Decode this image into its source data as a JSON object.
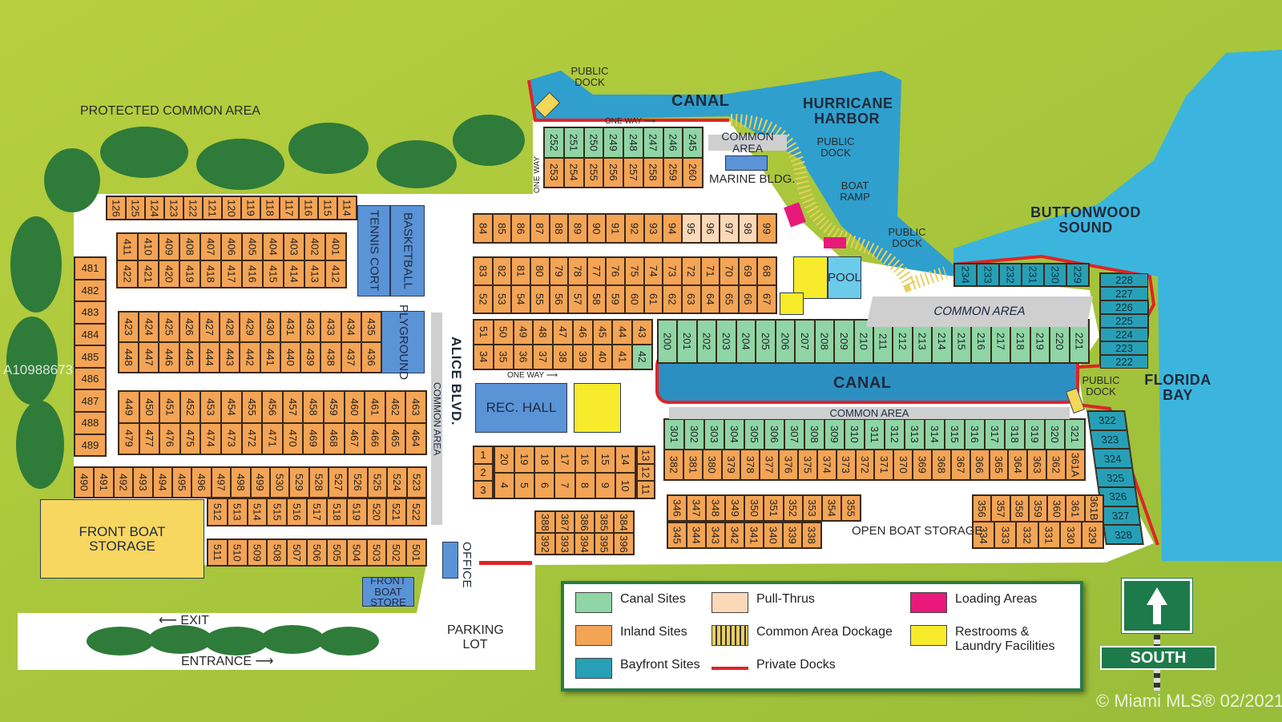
{
  "colors": {
    "canal": "#8fd5a6",
    "inland": "#f4a455",
    "pull": "#fbd8b8",
    "bay": "#27a0b7",
    "loading": "#e8197a",
    "restroom": "#f7eb2b",
    "dock": "#e9cf5f",
    "private": "#e02428"
  },
  "labels": {
    "protected": "PROTECTED COMMON AREA",
    "public_dock": "PUBLIC DOCK",
    "canal": "CANAL",
    "hurricane": "HURRICANE HARBOR",
    "boat_ramp": "BOAT RAMP",
    "buttonwood": "BUTTONWOOD SOUND",
    "florida_bay": "FLORIDA BAY",
    "one_way": "ONE WAY",
    "common_area": "COMMON AREA",
    "marine": "MARINE BLDG.",
    "pool": "POOL",
    "tennis": "TENNIS CORT",
    "basketball": "BASKETBALL",
    "playground": "PLYGROUND",
    "alice": "ALICE BLVD.",
    "rec_hall": "REC. HALL",
    "front_storage": "FRONT BOAT STORAGE",
    "front_store": "FRONT BOAT STORE",
    "office": "OFFICE",
    "parking": "PARKING LOT",
    "open_storage": "OPEN BOAT STORAGE",
    "exit": "EXIT",
    "entrance": "ENTRANCE",
    "south": "SOUTH",
    "mls_id": "A10988673",
    "copyright": "© Miami MLS® 02/2021"
  },
  "legend": [
    {
      "label": "Canal Sites",
      "key": "canal"
    },
    {
      "label": "Inland Sites",
      "key": "inland"
    },
    {
      "label": "Bayfront Sites",
      "key": "bay"
    },
    {
      "label": "Pull-Thrus",
      "key": "pull"
    },
    {
      "label": "Common Area Dockage",
      "key": "dock"
    },
    {
      "label": "Private Docks",
      "key": "private"
    },
    {
      "label": "Loading Areas",
      "key": "loading"
    },
    {
      "label": "Restrooms & Laundry Facilities",
      "key": "restroom"
    }
  ],
  "blocks": {
    "b100": {
      "rows": [
        {
          "t": "inland",
          "lots": [
            "126",
            "125",
            "124",
            "123",
            "122",
            "121",
            "120",
            "119",
            "118",
            "117",
            "116",
            "115",
            "114"
          ]
        }
      ]
    },
    "b400": {
      "rows": [
        {
          "t": "inland",
          "lots": [
            "411",
            "410",
            "409",
            "408",
            "407",
            "406",
            "405",
            "404",
            "403",
            "402",
            "401"
          ]
        },
        {
          "t": "inland",
          "lots": [
            "422",
            "421",
            "420",
            "419",
            "418",
            "417",
            "416",
            "415",
            "414",
            "413",
            "412"
          ]
        }
      ]
    },
    "b481": {
      "rows": [
        {
          "t": "inland",
          "lots": [
            "481",
            "482",
            "483",
            "484",
            "485",
            "486",
            "487",
            "488",
            "489"
          ]
        }
      ]
    },
    "b423": {
      "rows": [
        {
          "t": "inland",
          "lots": [
            "423",
            "424",
            "425",
            "426",
            "427",
            "428",
            "429",
            "430",
            "431",
            "432",
            "433",
            "434",
            "435"
          ]
        },
        {
          "t": "inland",
          "lots": [
            "448",
            "447",
            "446",
            "445",
            "444",
            "443",
            "442",
            "441",
            "440",
            "439",
            "438",
            "437",
            "436"
          ]
        }
      ]
    },
    "b449": {
      "rows": [
        {
          "t": "inland",
          "lots": [
            "449",
            "450",
            "451",
            "452",
            "453",
            "454",
            "455",
            "456",
            "457",
            "458",
            "459",
            "460",
            "461",
            "462",
            "463"
          ]
        },
        {
          "t": "inland",
          "lots": [
            "479",
            "477",
            "476",
            "475",
            "474",
            "473",
            "472",
            "471",
            "470",
            "469",
            "468",
            "467",
            "466",
            "465",
            "464"
          ]
        }
      ]
    },
    "b490": {
      "rows": [
        {
          "t": "inland",
          "lots": [
            "490",
            "491",
            "492",
            "493",
            "494",
            "495",
            "496",
            "497",
            "498",
            "499",
            "530",
            "529",
            "528",
            "527",
            "526",
            "525",
            "524",
            "523"
          ]
        }
      ]
    },
    "b512": {
      "rows": [
        {
          "t": "inland",
          "lots": [
            "512",
            "513",
            "514",
            "515",
            "516",
            "517",
            "518",
            "519",
            "520",
            "521",
            "522"
          ]
        }
      ]
    },
    "b511": {
      "rows": [
        {
          "t": "inland",
          "lots": [
            "511",
            "510",
            "509",
            "508",
            "507",
            "506",
            "505",
            "504",
            "503",
            "502",
            "501"
          ]
        }
      ]
    },
    "b84": {
      "rows": [
        {
          "t": "inland",
          "lots": [
            "84",
            "85",
            "86",
            "87",
            "88",
            "89",
            "90",
            "91",
            "92",
            "93",
            "94",
            "95",
            "96",
            "97",
            "98",
            "99"
          ],
          "pull": [
            "95",
            "96",
            "97",
            "98"
          ]
        }
      ]
    },
    "b83": {
      "rows": [
        {
          "t": "inland",
          "lots": [
            "83",
            "82",
            "81",
            "80",
            "79",
            "78",
            "77",
            "76",
            "75",
            "74",
            "73",
            "72",
            "71",
            "70",
            "69",
            "68"
          ]
        },
        {
          "t": "inland",
          "lots": [
            "52",
            "53",
            "54",
            "55",
            "56",
            "57",
            "58",
            "59",
            "60",
            "61",
            "62",
            "63",
            "64",
            "65",
            "66",
            "67"
          ]
        }
      ]
    },
    "b51": {
      "rows": [
        {
          "t": "inland",
          "lots": [
            "51",
            "50",
            "49",
            "48",
            "47",
            "46",
            "45",
            "44",
            "43"
          ]
        },
        {
          "t": "inland",
          "lots": [
            "34",
            "35",
            "36",
            "37",
            "38",
            "39",
            "40",
            "41",
            "42"
          ],
          "canal": [
            "42"
          ]
        }
      ]
    },
    "b1a": {
      "rows": [
        {
          "t": "inland",
          "lots": [
            "1",
            "2",
            "3"
          ]
        }
      ]
    },
    "b1b": {
      "rows": [
        {
          "t": "inland",
          "lots": [
            "20",
            "19",
            "18",
            "17",
            "16",
            "15",
            "14"
          ]
        },
        {
          "t": "inland",
          "lots": [
            "4",
            "5",
            "6",
            "7",
            "8",
            "9",
            "10"
          ]
        }
      ]
    },
    "b1c": {
      "rows": [
        {
          "t": "inland",
          "lots": [
            "13",
            "12",
            "11"
          ]
        }
      ]
    },
    "b388": {
      "rows": [
        {
          "t": "inland",
          "lots": [
            "388",
            "387",
            "386",
            "385",
            "384"
          ]
        },
        {
          "t": "inland",
          "lots": [
            "392",
            "393",
            "394",
            "395",
            "396"
          ]
        }
      ]
    },
    "b245": {
      "rows": [
        {
          "t": "canal",
          "lots": [
            "252",
            "251",
            "250",
            "249",
            "248",
            "247",
            "246",
            "245"
          ]
        },
        {
          "t": "inland",
          "lots": [
            "253",
            "254",
            "255",
            "256",
            "257",
            "258",
            "259",
            "260"
          ]
        }
      ]
    },
    "b200": {
      "rows": [
        {
          "t": "canal",
          "lots": [
            "200",
            "201",
            "202",
            "203",
            "204",
            "205",
            "206",
            "207",
            "208",
            "209",
            "210",
            "211",
            "212",
            "213",
            "214",
            "215",
            "216",
            "217",
            "218",
            "219",
            "220",
            "221"
          ]
        }
      ]
    },
    "b234": {
      "rows": [
        {
          "t": "bay",
          "lots": [
            "234",
            "233",
            "232",
            "231",
            "230",
            "229"
          ]
        }
      ]
    },
    "b228": {
      "rows": [
        {
          "t": "bay",
          "lots": [
            "228",
            "227",
            "226",
            "225",
            "224",
            "223",
            "222"
          ]
        }
      ]
    },
    "b301": {
      "rows": [
        {
          "t": "canal",
          "lots": [
            "301",
            "302",
            "303",
            "304",
            "305",
            "306",
            "307",
            "308",
            "309",
            "310",
            "311",
            "312",
            "313",
            "314",
            "315",
            "316",
            "317",
            "318",
            "319",
            "320",
            "321"
          ]
        },
        {
          "t": "inland",
          "lots": [
            "382",
            "381",
            "380",
            "379",
            "378",
            "377",
            "376",
            "375",
            "374",
            "373",
            "372",
            "371",
            "370",
            "369",
            "368",
            "367",
            "366",
            "365",
            "364",
            "363",
            "362",
            "361A"
          ]
        }
      ]
    },
    "b322": {
      "rows": [
        {
          "t": "bay",
          "lots": [
            "322",
            "323",
            "324",
            "325",
            "326",
            "327",
            "328"
          ]
        }
      ]
    },
    "b346": {
      "rows": [
        {
          "t": "inland",
          "lots": [
            "346",
            "347",
            "348",
            "349",
            "350",
            "351",
            "352",
            "353",
            "354",
            "355"
          ]
        }
      ]
    },
    "b345": {
      "rows": [
        {
          "t": "inland",
          "lots": [
            "345",
            "344",
            "343",
            "342",
            "341",
            "340",
            "339",
            "338"
          ]
        }
      ]
    },
    "b356": {
      "rows": [
        {
          "t": "inland",
          "lots": [
            "356",
            "357",
            "358",
            "359",
            "360",
            "361",
            "361B"
          ]
        },
        {
          "t": "inland",
          "lots": [
            "334",
            "333",
            "332",
            "331",
            "330",
            "329"
          ]
        }
      ]
    }
  }
}
